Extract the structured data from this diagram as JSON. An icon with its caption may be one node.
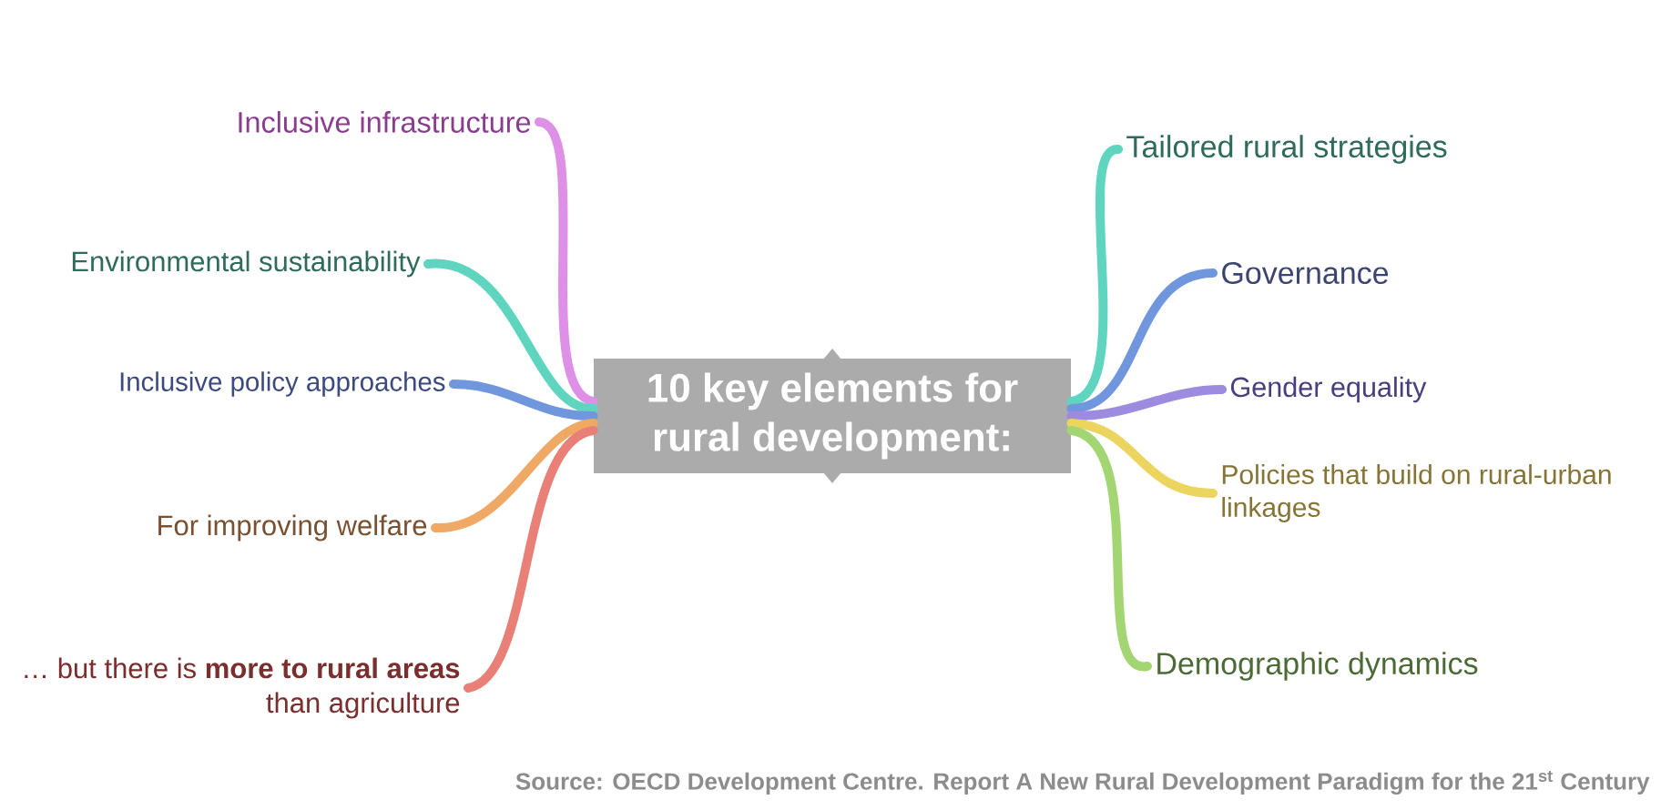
{
  "diagram": {
    "nodes": [
      {
        "text": [
          "10 key elements for rural development:"
        ]
      },
      {
        "text": [
          "Inclusive infrastructure"
        ]
      },
      {
        "text": [
          "Environmental sustainability"
        ]
      },
      {
        "text": [
          "Inclusive policy approaches"
        ]
      },
      {
        "text": [
          "For improving welfare"
        ]
      },
      {
        "text": [
          "… but there is **more to rural areas** than agriculture"
        ]
      },
      {
        "text": [
          "Tailored rural strategies"
        ]
      },
      {
        "text": [
          "Governance"
        ]
      },
      {
        "text": [
          "Gender equality"
        ]
      },
      {
        "text": [
          "Policies that build on rural-urban linkages"
        ]
      },
      {
        "text": [
          "Demographic dynamics"
        ]
      }
    ],
    "edges": [
      {
        "from": 0,
        "to": 1,
        "arrow": "none",
        "color": "#dd90e6"
      },
      {
        "from": 0,
        "to": 2,
        "arrow": "none",
        "color": "#5fd5c0"
      },
      {
        "from": 0,
        "to": 3,
        "arrow": "none",
        "color": "#7096dd"
      },
      {
        "from": 0,
        "to": 4,
        "arrow": "none",
        "color": "#f0a865"
      },
      {
        "from": 0,
        "to": 5,
        "arrow": "none",
        "color": "#e88078"
      },
      {
        "from": 0,
        "to": 6,
        "arrow": "none",
        "color": "#5fd5c0"
      },
      {
        "from": 0,
        "to": 7,
        "arrow": "none",
        "color": "#7096dd"
      },
      {
        "from": 0,
        "to": 8,
        "arrow": "none",
        "color": "#9d8be0"
      },
      {
        "from": 0,
        "to": 9,
        "arrow": "none",
        "color": "#ecd55e"
      },
      {
        "from": 0,
        "to": 10,
        "arrow": "none",
        "color": "#a3d672"
      }
    ],
    "labels": [
      "Source: OECD Development Centre. Report A New Rural Development Paradigm for the 21$^{st}$ Century"
    ]
  }
}
